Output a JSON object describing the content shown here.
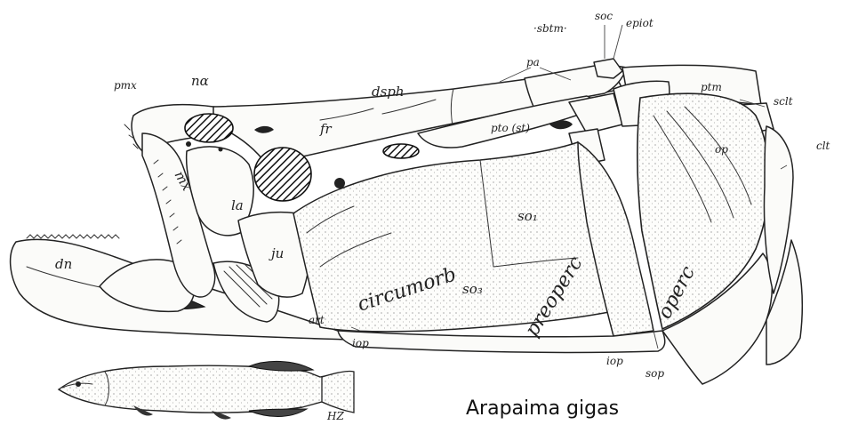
{
  "figure": {
    "caption": "Arapaima gigas",
    "signature": "HZ",
    "labels": {
      "pmx": "pmx",
      "na": "nα",
      "dsph": "dsph",
      "sbtm": "·sbtm·",
      "soc": "soc",
      "epiot": "epiot",
      "pa": "pa",
      "ptm": "ptm",
      "sclt": "sclt",
      "clt": "clt",
      "fr": "fr",
      "pto": "pto (st)",
      "op_small": "op",
      "mx": "mx",
      "la": "la",
      "ju": "ju",
      "so1": "so₁",
      "so3": "so₃",
      "circumorb": "circumorb",
      "preoperc": "preoperc",
      "operc": "operc",
      "dn": "dn",
      "art": "art",
      "iop_lower": "iop",
      "iop": "iop",
      "sop": "sop"
    }
  }
}
